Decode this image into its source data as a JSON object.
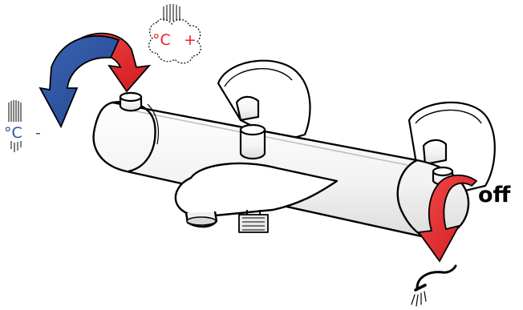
{
  "labels": {
    "off": "off",
    "hot_symbol": "°C",
    "hot_sign": "+",
    "cold_symbol": "°C",
    "cold_sign": "-"
  },
  "colors": {
    "hot": "#e8232b",
    "cold": "#2c54a3",
    "outline": "#000000",
    "body": "#ffffff"
  },
  "icons": [
    "steam-icon-hot",
    "shower-spray-icon-cold",
    "shower-head-icon"
  ]
}
